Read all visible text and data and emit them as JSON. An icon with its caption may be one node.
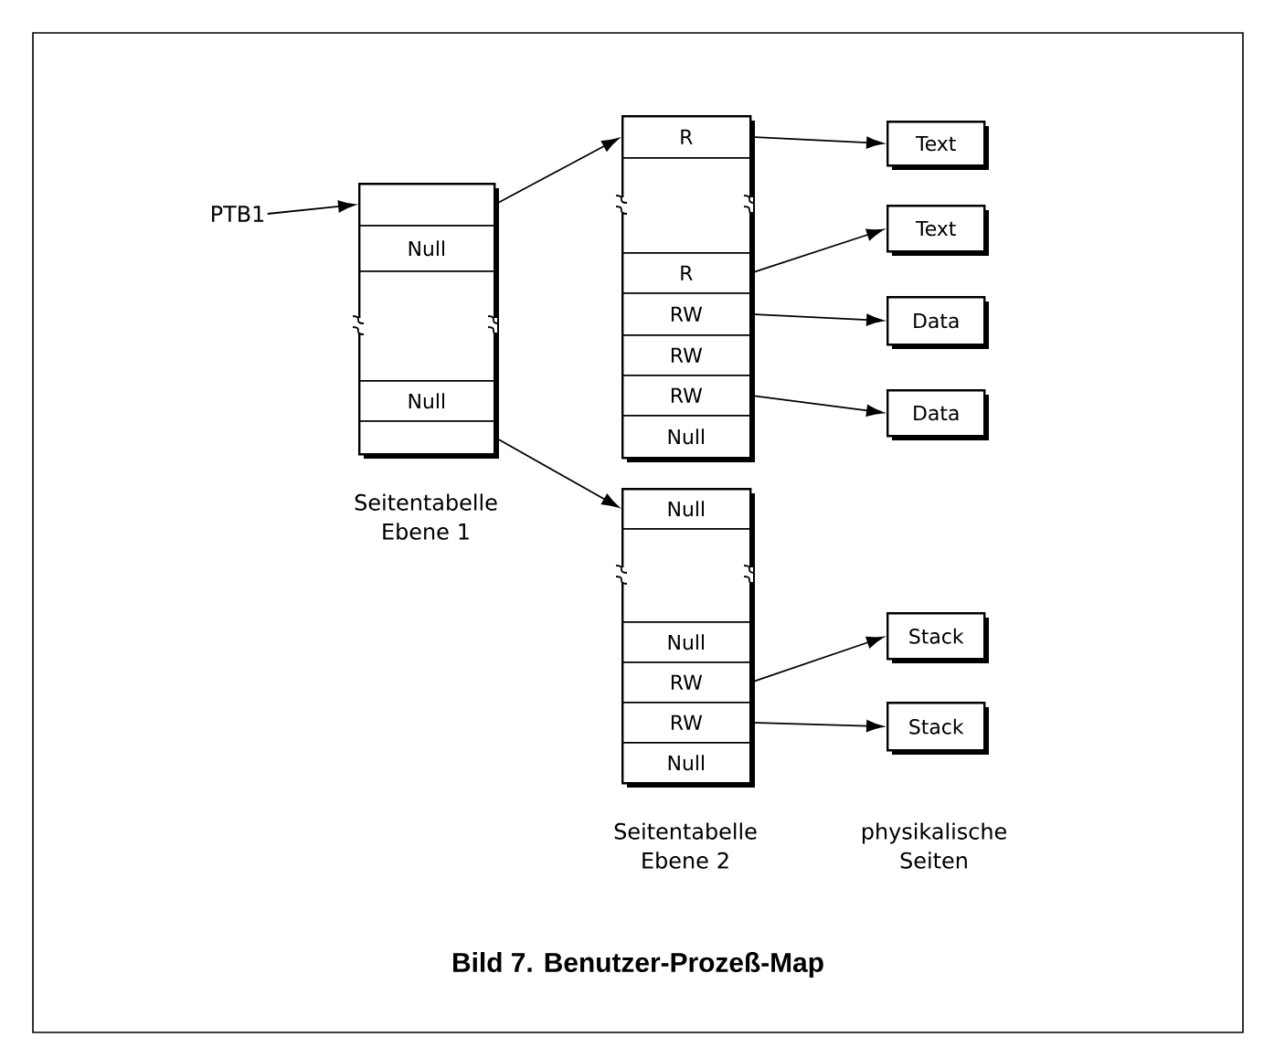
{
  "diagram": {
    "caption": "Bild 7. Benutzer-Prozeß-Map",
    "nodes": [
      {
        "text": [
          "PTB1"
        ]
      },
      {
        "text": [],
        "shape": "box",
        "beside": [
          "Seitentabelle Ebene 1"
        ]
      },
      {
        "text": [],
        "shape": "box",
        "in": 1
      },
      {
        "text": [
          "Null"
        ],
        "in": 1
      },
      {
        "text": [],
        "shape": "box",
        "in": 1
      },
      {
        "text": [
          "Null"
        ],
        "in": 1
      },
      {
        "text": [],
        "shape": "box",
        "in": 1
      },
      {
        "text": [],
        "shape": "box"
      },
      {
        "text": [
          "R"
        ],
        "in": 7
      },
      {
        "text": [],
        "shape": "box",
        "in": 7
      },
      {
        "text": [
          "R"
        ],
        "in": 7
      },
      {
        "text": [
          "RW"
        ],
        "in": 7
      },
      {
        "text": [
          "RW"
        ],
        "in": 7
      },
      {
        "text": [
          "RW"
        ],
        "in": 7
      },
      {
        "text": [
          "Null"
        ],
        "in": 7
      },
      {
        "text": [],
        "shape": "box",
        "beside": [
          "Seitentabelle Ebene 2"
        ]
      },
      {
        "text": [
          "Null"
        ],
        "in": 15
      },
      {
        "text": [],
        "shape": "box",
        "in": 15
      },
      {
        "text": [
          "Null"
        ],
        "in": 15
      },
      {
        "text": [
          "RW"
        ],
        "in": 15
      },
      {
        "text": [
          "RW"
        ],
        "in": 15
      },
      {
        "text": [
          "Null"
        ],
        "in": 15
      },
      {
        "text": [
          "Text"
        ]
      },
      {
        "text": [
          "Text"
        ]
      },
      {
        "text": [
          "Data"
        ]
      },
      {
        "text": [
          "Data"
        ]
      },
      {
        "text": [
          "Stack"
        ]
      },
      {
        "text": [
          "Stack"
        ]
      }
    ],
    "edges": [
      {
        "from": 0,
        "to": 2,
        "arrow": "to"
      },
      {
        "from": 2,
        "to": 8,
        "arrow": "to"
      },
      {
        "from": 6,
        "to": 16,
        "arrow": "to"
      },
      {
        "from": 8,
        "to": 22,
        "arrow": "to"
      },
      {
        "from": 10,
        "to": 23,
        "arrow": "to"
      },
      {
        "from": 11,
        "to": 24,
        "arrow": "to"
      },
      {
        "from": 13,
        "to": 25,
        "arrow": "to"
      },
      {
        "from": 19,
        "to": 26,
        "arrow": "to"
      },
      {
        "from": 20,
        "to": 27,
        "arrow": "to"
      }
    ],
    "labels": [
      "physikalische Seiten"
    ]
  }
}
